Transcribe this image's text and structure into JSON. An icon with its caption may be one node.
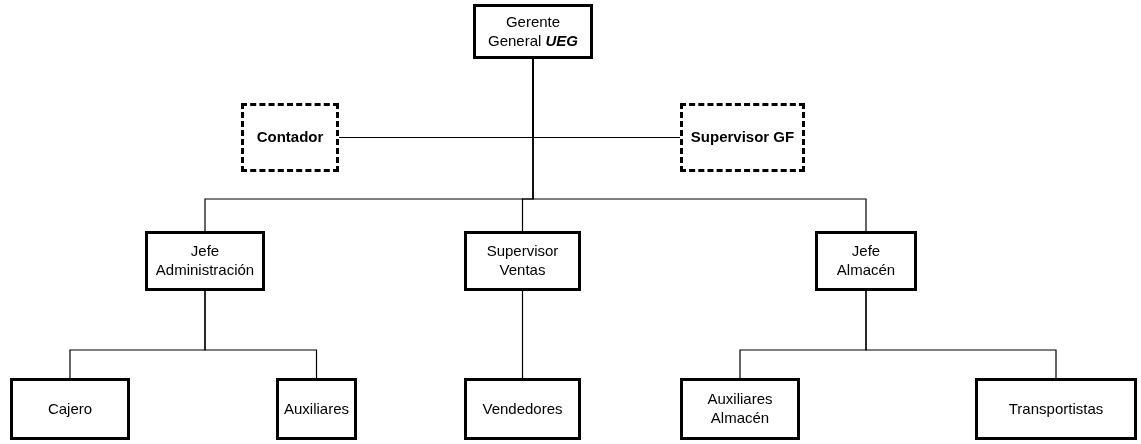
{
  "diagram": {
    "nodes": [
      {
        "text": [
          "Gerente General **UEG**"
        ]
      },
      {
        "text": [
          "Contador"
        ]
      },
      {
        "text": [
          "Supervisor GF"
        ]
      },
      {
        "text": [
          "Jefe Administración"
        ]
      },
      {
        "text": [
          "Supervisor Ventas"
        ]
      },
      {
        "text": [
          "Jefe Almacén"
        ]
      },
      {
        "text": [
          "Cajero"
        ]
      },
      {
        "text": [
          "Auxiliares"
        ]
      },
      {
        "text": [
          "Vendedores"
        ]
      },
      {
        "text": [
          "Auxiliares Almacén"
        ]
      },
      {
        "text": [
          "Transportistas"
        ]
      }
    ],
    "edges": [
      {
        "from": 0,
        "to": 1,
        "arrow": "none"
      },
      {
        "from": 0,
        "to": 2,
        "arrow": "none"
      },
      {
        "from": 0,
        "to": 3,
        "arrow": "none"
      },
      {
        "from": 0,
        "to": 4,
        "arrow": "none"
      },
      {
        "from": 0,
        "to": 5,
        "arrow": "none"
      },
      {
        "from": 3,
        "to": 6,
        "arrow": "none"
      },
      {
        "from": 3,
        "to": 7,
        "arrow": "none"
      },
      {
        "from": 4,
        "to": 8,
        "arrow": "none"
      },
      {
        "from": 5,
        "to": 9,
        "arrow": "none"
      },
      {
        "from": 5,
        "to": 10,
        "arrow": "none"
      }
    ]
  }
}
